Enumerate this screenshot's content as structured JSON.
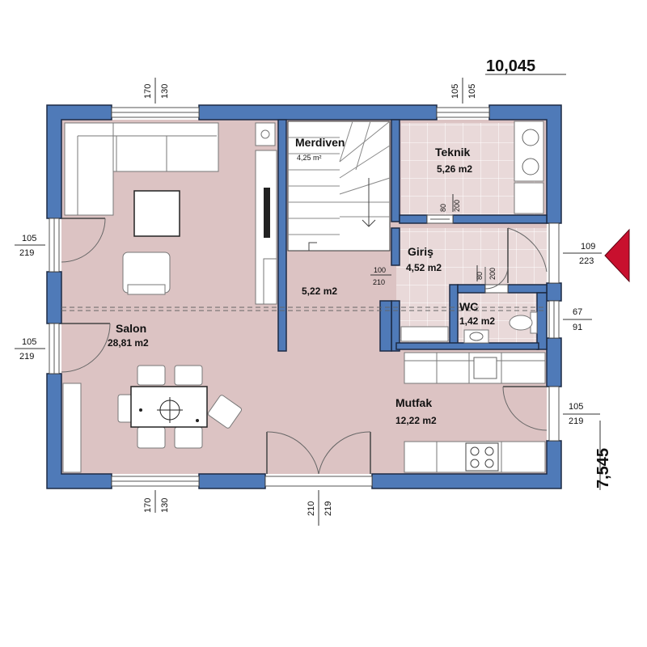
{
  "colors": {
    "wall": "#4f7ab8",
    "wall_outline": "#1d2a44",
    "floor": "#dcc3c3",
    "tile": "#e9d9d9",
    "entry_marker": "#c8102e"
  },
  "overall": {
    "width": "10,045",
    "height": "7,545"
  },
  "rooms": {
    "merdiven": {
      "name": "Merdiven",
      "area": "4,25 m²"
    },
    "teknik": {
      "name": "Teknik",
      "area": "5,26 m2"
    },
    "giris": {
      "name": "Giriş",
      "area": "4,52 m2"
    },
    "hall": {
      "area": "5,22 m2"
    },
    "wc": {
      "name": "WC",
      "area": "1,42 m2"
    },
    "salon": {
      "name": "Salon",
      "area": "28,81 m2"
    },
    "mutfak": {
      "name": "Mutfak",
      "area": "12,22 m2"
    }
  },
  "openings": {
    "top_left_window": {
      "w": "170",
      "h": "130"
    },
    "top_right_window": {
      "w": "105",
      "h": "105"
    },
    "left_door_upper": {
      "w": "105",
      "h": "219"
    },
    "left_door_lower": {
      "w": "105",
      "h": "219"
    },
    "entry_door": {
      "w": "109",
      "h": "223"
    },
    "wc_window": {
      "w": "67",
      "h": "91"
    },
    "kitchen_door": {
      "w": "105",
      "h": "219"
    },
    "bottom_left_window": {
      "w": "170",
      "h": "130"
    },
    "bottom_door": {
      "w": "210",
      "h": "219"
    },
    "teknik_door": {
      "w": "80",
      "h": "200"
    },
    "giris_door": {
      "w": "80",
      "h": "200"
    },
    "hall_opening": {
      "w": "100",
      "h": "210"
    }
  },
  "icons": [
    "entry-arrow-icon",
    "stove-icon",
    "sink-icon",
    "toilet-icon",
    "washing-machine-icon"
  ]
}
